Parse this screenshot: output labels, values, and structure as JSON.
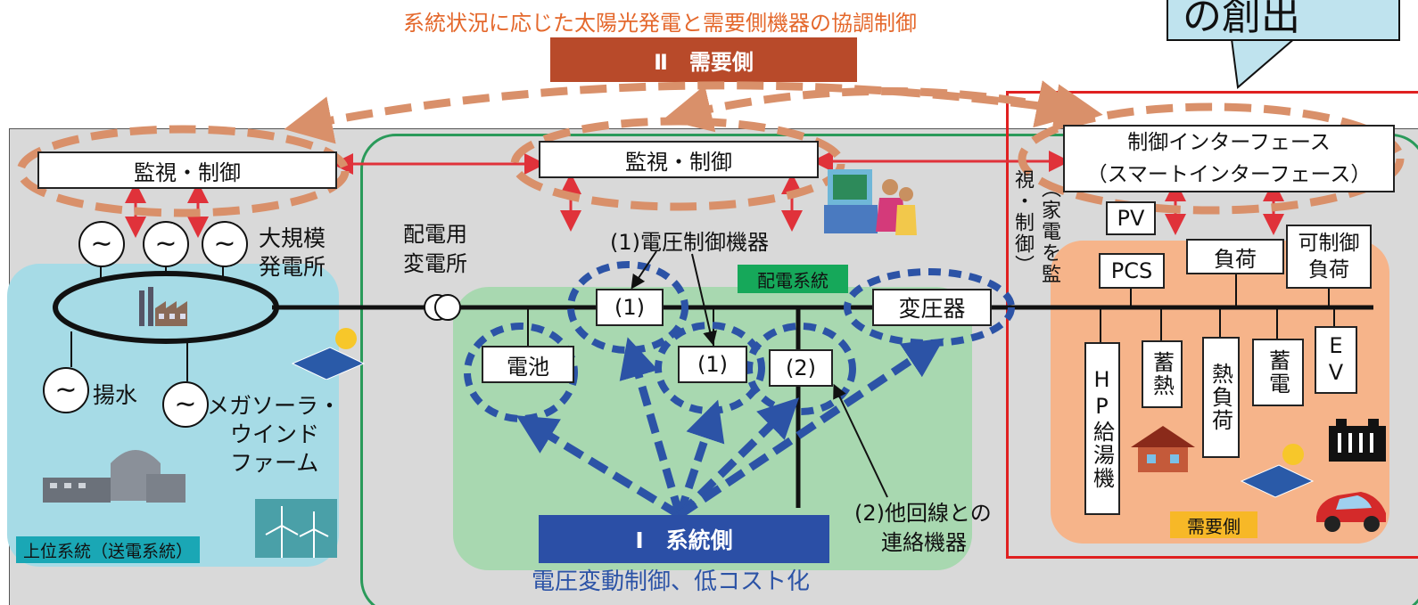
{
  "top_caption": "系統状況に応じた太陽光発電と需要側機器の協調制御",
  "demand_banner": "Ⅱ　需要側",
  "callout_text": "の創出",
  "left": {
    "monitor": "監視・制御",
    "plant_label_1": "大規模",
    "plant_label_2": "発電所",
    "pumped": "揚水",
    "mega_1": "メガソーラ・",
    "mega_2": "ウインド",
    "mega_3": "ファーム",
    "area_label": "上位系統（送電系統）"
  },
  "center": {
    "monitor": "監視・制御",
    "substation_1": "配電用",
    "substation_2": "変電所",
    "voltage_device": "(1)電圧制御機器",
    "dist_system": "配電系統",
    "transformer": "変圧器",
    "node_1a": "(1)",
    "node_1b": "(1)",
    "node_2": "(2)",
    "battery": "電池",
    "link_device_1": "(2)他回線との",
    "link_device_2": "連絡機器",
    "system_banner": "Ⅰ　系統側",
    "bottom_caption": "電圧変動制御、低コスト化"
  },
  "right": {
    "vertical_text_1": "（家電を監",
    "vertical_text_2": "視・制御）",
    "iface_1": "制御インターフェース",
    "iface_2": "（スマートインターフェース）",
    "pv": "PV",
    "pcs": "PCS",
    "load": "負荷",
    "ctrl_load": "可制御\n負荷",
    "hp": "HP給湯機",
    "heat_storage": "蓄熱",
    "heat_load": "熱負荷",
    "elec_storage": "蓄電",
    "ev": "EV",
    "demand_label": "需要側"
  },
  "colors": {
    "orange_dash": "#d9906a",
    "blue_dash": "#2c53a6",
    "red_arrow": "#e0323a",
    "green_border": "#2a9a5a",
    "red_border": "#e02020",
    "banner_brown": "#b84a2a",
    "banner_blue": "#2b4fa6",
    "area_cyan": "#a6dbe6",
    "area_green": "#a8d8b0",
    "area_orange": "#f6b48a",
    "label_yellow": "#f7b827"
  }
}
